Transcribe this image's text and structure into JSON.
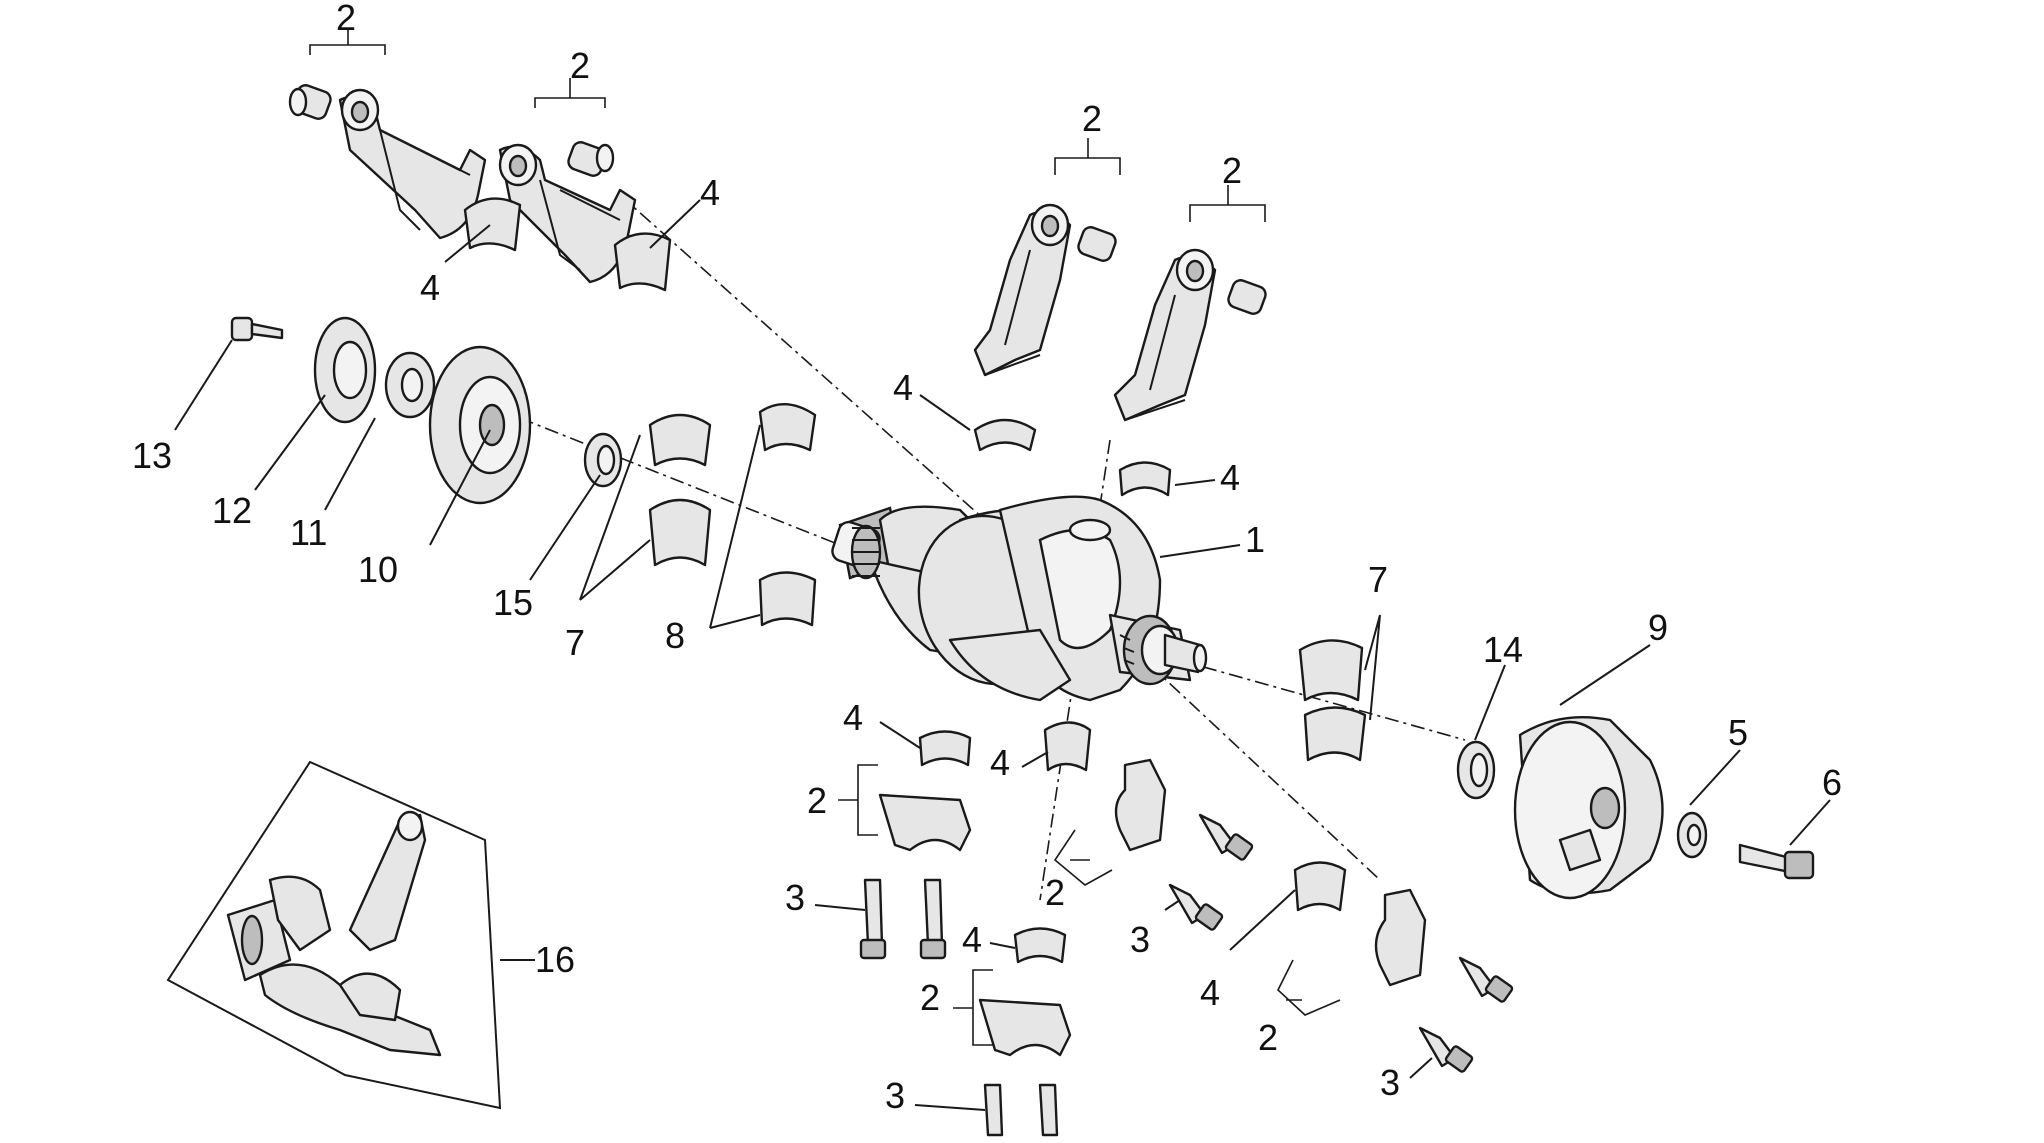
{
  "diagram": {
    "labels": {
      "l1": "1",
      "l2a": "2",
      "l2b": "2",
      "l2c": "2",
      "l2d": "2",
      "l2e": "2",
      "l2f": "2",
      "l2g": "2",
      "l2h": "2",
      "l3a": "3",
      "l3b": "3",
      "l3c": "3",
      "l3d": "3",
      "l4a": "4",
      "l4b": "4",
      "l4c": "4",
      "l4d": "4",
      "l4e": "4",
      "l4f": "4",
      "l4g": "4",
      "l4h": "4",
      "l5": "5",
      "l6": "6",
      "l7a": "7",
      "l7b": "7",
      "l8": "8",
      "l9": "9",
      "l10": "10",
      "l11": "11",
      "l12": "12",
      "l13": "13",
      "l14": "14",
      "l15": "15",
      "l16": "16"
    },
    "colors": {
      "line": "#1a1a1a",
      "fill": "#e6e6e6",
      "shade": "#bdbdbd",
      "background": "#ffffff"
    }
  }
}
